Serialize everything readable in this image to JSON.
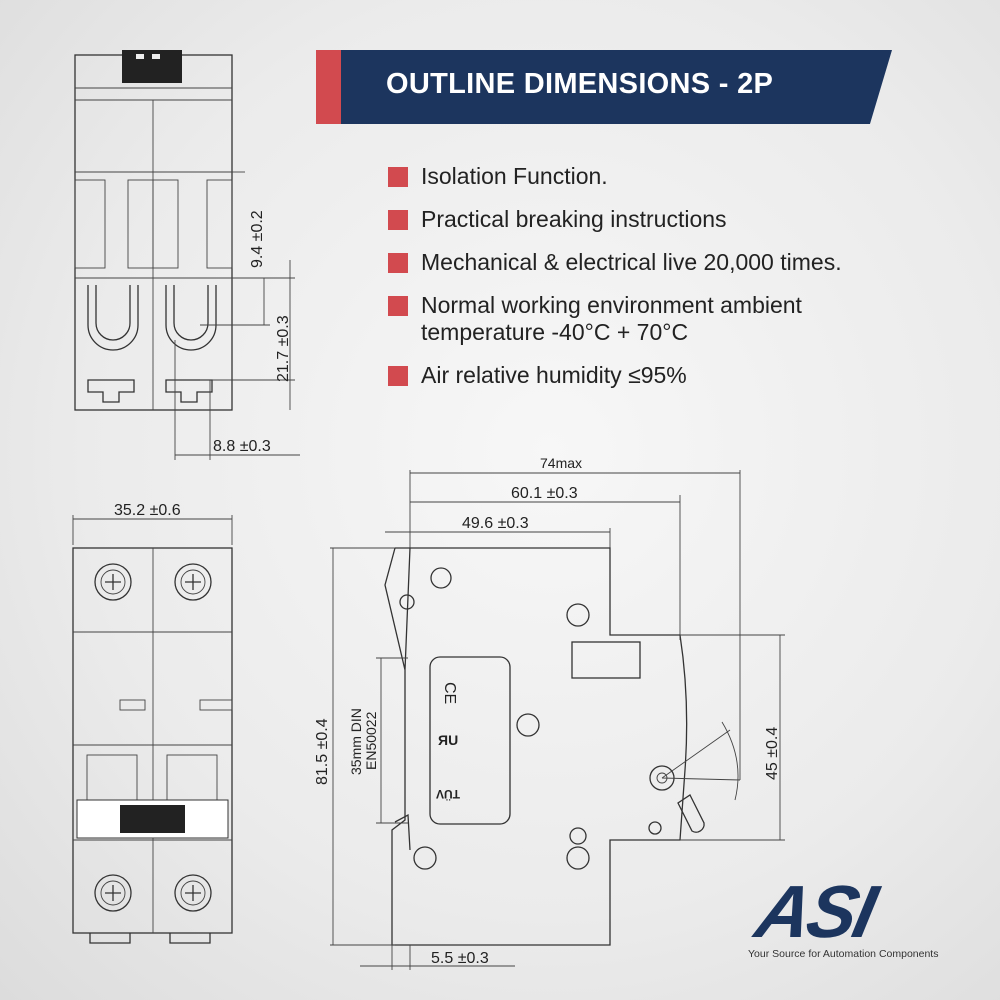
{
  "header": {
    "title": "OUTLINE DIMENSIONS - 2P"
  },
  "features": [
    {
      "text": "Isolation Function."
    },
    {
      "text": "Practical breaking instructions"
    },
    {
      "text": "Mechanical & electrical live 20,000 times."
    },
    {
      "text": "Normal working environment ambient temperature -40°C + 70°C"
    },
    {
      "text": "Air relative humidity ≤95%"
    }
  ],
  "dimensions": {
    "top_a": "9.4 ±0.2",
    "top_b": "21.7 ±0.3",
    "top_c": "8.8 ±0.3",
    "front_width": "35.2 ±0.6",
    "max_depth": "74max",
    "depth_a": "60.1 ±0.3",
    "depth_b": "49.6 ±0.3",
    "height": "81.5 ±0.4",
    "din_line1": "35mm DIN",
    "din_line2": "EN50022",
    "front_height": "45 ±0.4",
    "bottom": "5.5 ±0.3"
  },
  "certifications": {
    "ce": "CE",
    "tuv": "TÜV"
  },
  "logo": {
    "mark": "ASI",
    "tagline": "Your Source for Automation Components"
  },
  "colors": {
    "navy": "#1c355e",
    "accent_red": "#d24a4f"
  }
}
